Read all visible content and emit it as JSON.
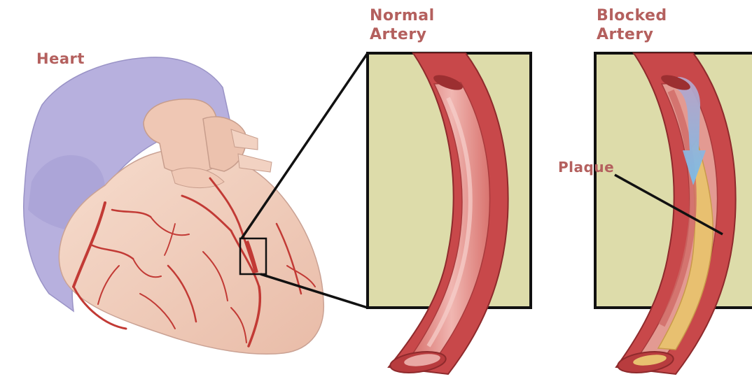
{
  "labels": {
    "heart": "Heart",
    "normal_line1": "Normal",
    "normal_line2": "Artery",
    "blocked_line1": "Blocked",
    "blocked_line2": "Artery",
    "plaque": "Plaque"
  },
  "colors": {
    "label_text": "#b4605e",
    "panel_background": "#dddcaa",
    "artery_wall": "#c8484a",
    "artery_lumen": "#e9a8a4",
    "plaque": "#e8c070",
    "blood_flow_arrow": "#8ec6ea",
    "heart_tissue": "#f1d0c0",
    "heart_vessels": "#c23a35",
    "pericardium": "#b3acdb",
    "outline": "#111111"
  }
}
